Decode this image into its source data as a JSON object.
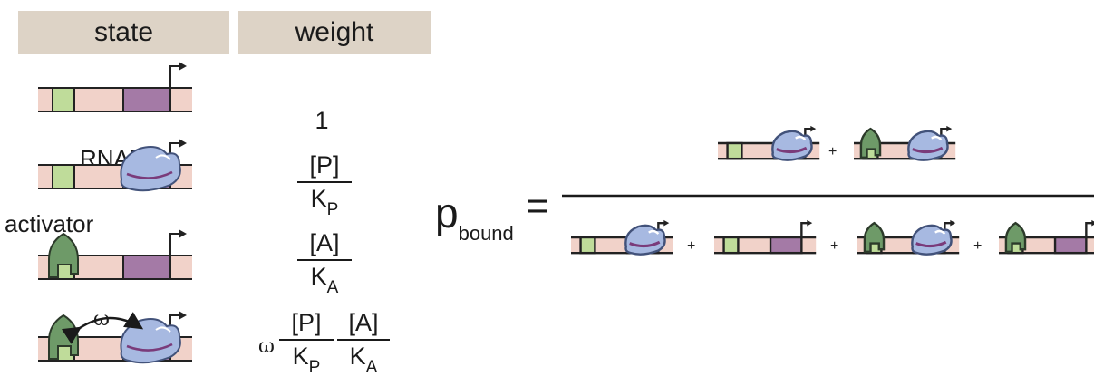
{
  "headers": {
    "state": "state",
    "weight": "weight"
  },
  "labels": {
    "rnap": "RNAP",
    "activator": "activator",
    "omega": "ω"
  },
  "weights": {
    "w1": "1",
    "p_num": "[P]",
    "p_den": "K",
    "p_den_sub": "P",
    "a_num": "[A]",
    "a_den": "K",
    "a_den_sub": "A",
    "coop_prefix": "ω"
  },
  "equation": {
    "lhs": "p",
    "lhs_sub": "bound",
    "equals": "=",
    "plus": "+"
  },
  "colors": {
    "dna": "#f1d2c9",
    "activator_site": "#bfdc9a",
    "promoter": "#a47aa6",
    "activator": "#6e9a68",
    "rnap": "#a7b9e1",
    "header_bg": "#ddd3c6"
  }
}
